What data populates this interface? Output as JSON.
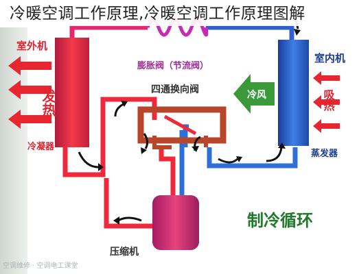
{
  "title": "冷暖空调工作原理,冷暖空调工作原理图解",
  "labels": {
    "outdoor_unit": "室外机",
    "heat_release": "发热",
    "condenser": "冷凝器",
    "expansion_valve": "膨胀阀（节流阀）",
    "four_way_valve": "四通换向阀",
    "cold_air": "冷风",
    "indoor_unit": "室内机",
    "heat_absorb": "吸热",
    "evaporator": "蒸发器",
    "cooling_cycle": "制冷循环",
    "compressor": "压缩机"
  },
  "footer": "空调维修 · 空调电工课堂",
  "colors": {
    "hot_pipe": "#f0283c",
    "cold_pipe": "#2f6fd8",
    "valve_brown": "#b8462a",
    "coil_magenta": "#c62bb5",
    "green_arrow": "#3a9a3a",
    "label_red": "#e2232e",
    "label_blue": "#1b3d8f"
  }
}
